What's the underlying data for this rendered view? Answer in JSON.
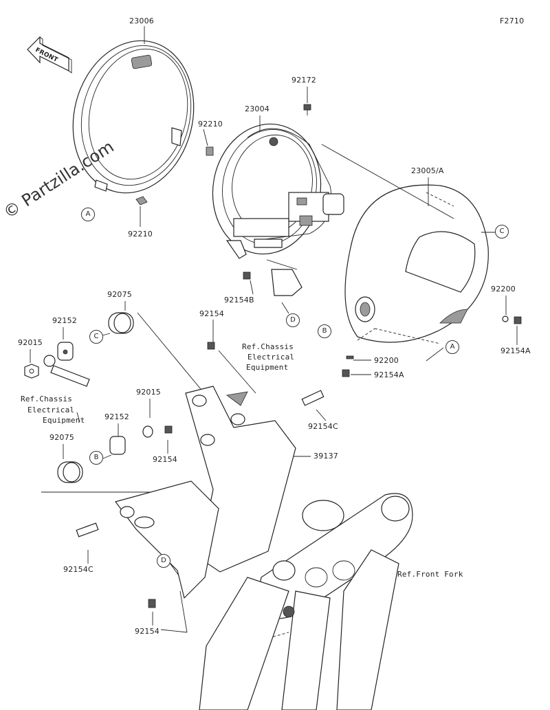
{
  "figure_code": "F2710",
  "watermark": "© Partzilla.com",
  "front_arrow_label": "FRONT",
  "part_labels": [
    {
      "id": "lbl-23006",
      "text": "23006"
    },
    {
      "id": "lbl-92172",
      "text": "92172"
    },
    {
      "id": "lbl-23004",
      "text": "23004"
    },
    {
      "id": "lbl-92210-top",
      "text": "92210"
    },
    {
      "id": "lbl-92210-bottom",
      "text": "92210"
    },
    {
      "id": "lbl-23005a",
      "text": "23005/A"
    },
    {
      "id": "lbl-92200-right",
      "text": "92200"
    },
    {
      "id": "lbl-92154a-right",
      "text": "92154A"
    },
    {
      "id": "lbl-92200-lower",
      "text": "92200"
    },
    {
      "id": "lbl-92154a-lower",
      "text": "92154A"
    },
    {
      "id": "lbl-92154b",
      "text": "92154B"
    },
    {
      "id": "lbl-92075-top",
      "text": "92075"
    },
    {
      "id": "lbl-92152-top",
      "text": "92152"
    },
    {
      "id": "lbl-92015-left",
      "text": "92015"
    },
    {
      "id": "lbl-92154-mid",
      "text": "92154"
    },
    {
      "id": "lbl-92015-mid",
      "text": "92015"
    },
    {
      "id": "lbl-92152-mid",
      "text": "92152"
    },
    {
      "id": "lbl-92154c-right",
      "text": "92154C"
    },
    {
      "id": "lbl-92154-lower",
      "text": "92154"
    },
    {
      "id": "lbl-39137",
      "text": "39137"
    },
    {
      "id": "lbl-92075-lower",
      "text": "92075"
    },
    {
      "id": "lbl-92154c-left",
      "text": "92154C"
    },
    {
      "id": "lbl-92154-bottom",
      "text": "92154"
    }
  ],
  "ref_texts": {
    "ref_chassis_right": [
      "Ref.Chassis",
      "Electrical",
      "Equipment"
    ],
    "ref_chassis_left": [
      "Ref.Chassis",
      "Electrical",
      "Equipment"
    ],
    "ref_front_fork": "Ref.Front Fork"
  },
  "callouts": [
    {
      "id": "A",
      "text": "A"
    },
    {
      "id": "C",
      "text": "C"
    },
    {
      "id": "D",
      "text": "D"
    },
    {
      "id": "B",
      "text": "B"
    },
    {
      "id": "A2",
      "text": "A"
    },
    {
      "id": "C2",
      "text": "C"
    },
    {
      "id": "B2",
      "text": "B"
    },
    {
      "id": "D2",
      "text": "D"
    }
  ]
}
